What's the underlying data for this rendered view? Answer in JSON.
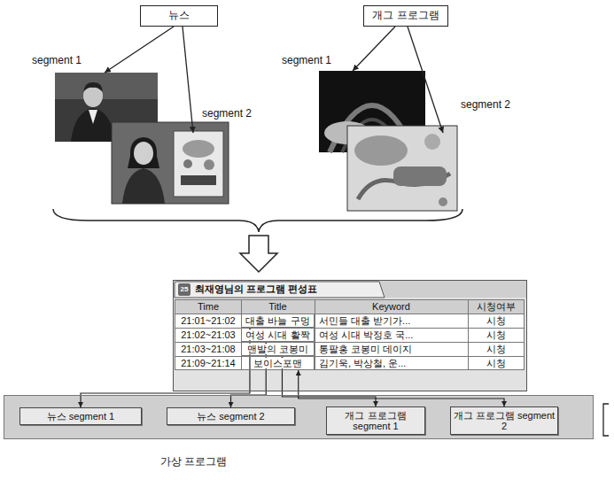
{
  "diagram": {
    "nodes": [
      {
        "text": [
          "뉴스"
        ]
      },
      {
        "text": [
          "개그 프로그램"
        ]
      },
      {
        "text": [
          "최재영님의 프로그램 편성표"
        ]
      },
      {
        "text": [
          "대출 바늘 구멍"
        ],
        "in": 2
      },
      {
        "text": [
          "여성 시대 활짝"
        ],
        "in": 2
      },
      {
        "text": [
          "맨발의 코봉미"
        ],
        "in": 2
      },
      {
        "text": [
          "보이스포맨"
        ],
        "in": 2
      },
      {
        "text": [
          "가상 프로그램"
        ]
      },
      {
        "text": [
          "뉴스 segment 1"
        ],
        "in": 7
      },
      {
        "text": [
          "뉴스 segment 2"
        ],
        "in": 7
      },
      {
        "text": [
          "개그 프로그램 segment 1"
        ],
        "in": 7
      },
      {
        "text": [
          "개그 프로그램 segment 2"
        ],
        "in": 7
      }
    ],
    "edges": [
      {
        "from": 3,
        "to": 8,
        "arrow": "both"
      },
      {
        "from": 4,
        "to": 9,
        "arrow": "both"
      },
      {
        "from": 5,
        "to": 10,
        "arrow": "both"
      },
      {
        "from": 6,
        "to": 11,
        "arrow": "both"
      }
    ],
    "labels": [
      "segment 1",
      "segment 2",
      "segment 1",
      "segment 2",
      "25",
      "Time",
      "Title",
      "Keyword",
      "시청여부",
      "21:01~21:02",
      "서민들 대출 받기가...",
      "시청",
      "21:02~21:03",
      "여성 시대 박정호 국...",
      "시청",
      "21:03~21:08",
      "통팔홍 코봉미 데이지",
      "시청",
      "21:09~21:14",
      "김기욱, 박상철, 운...",
      "시청"
    ]
  }
}
